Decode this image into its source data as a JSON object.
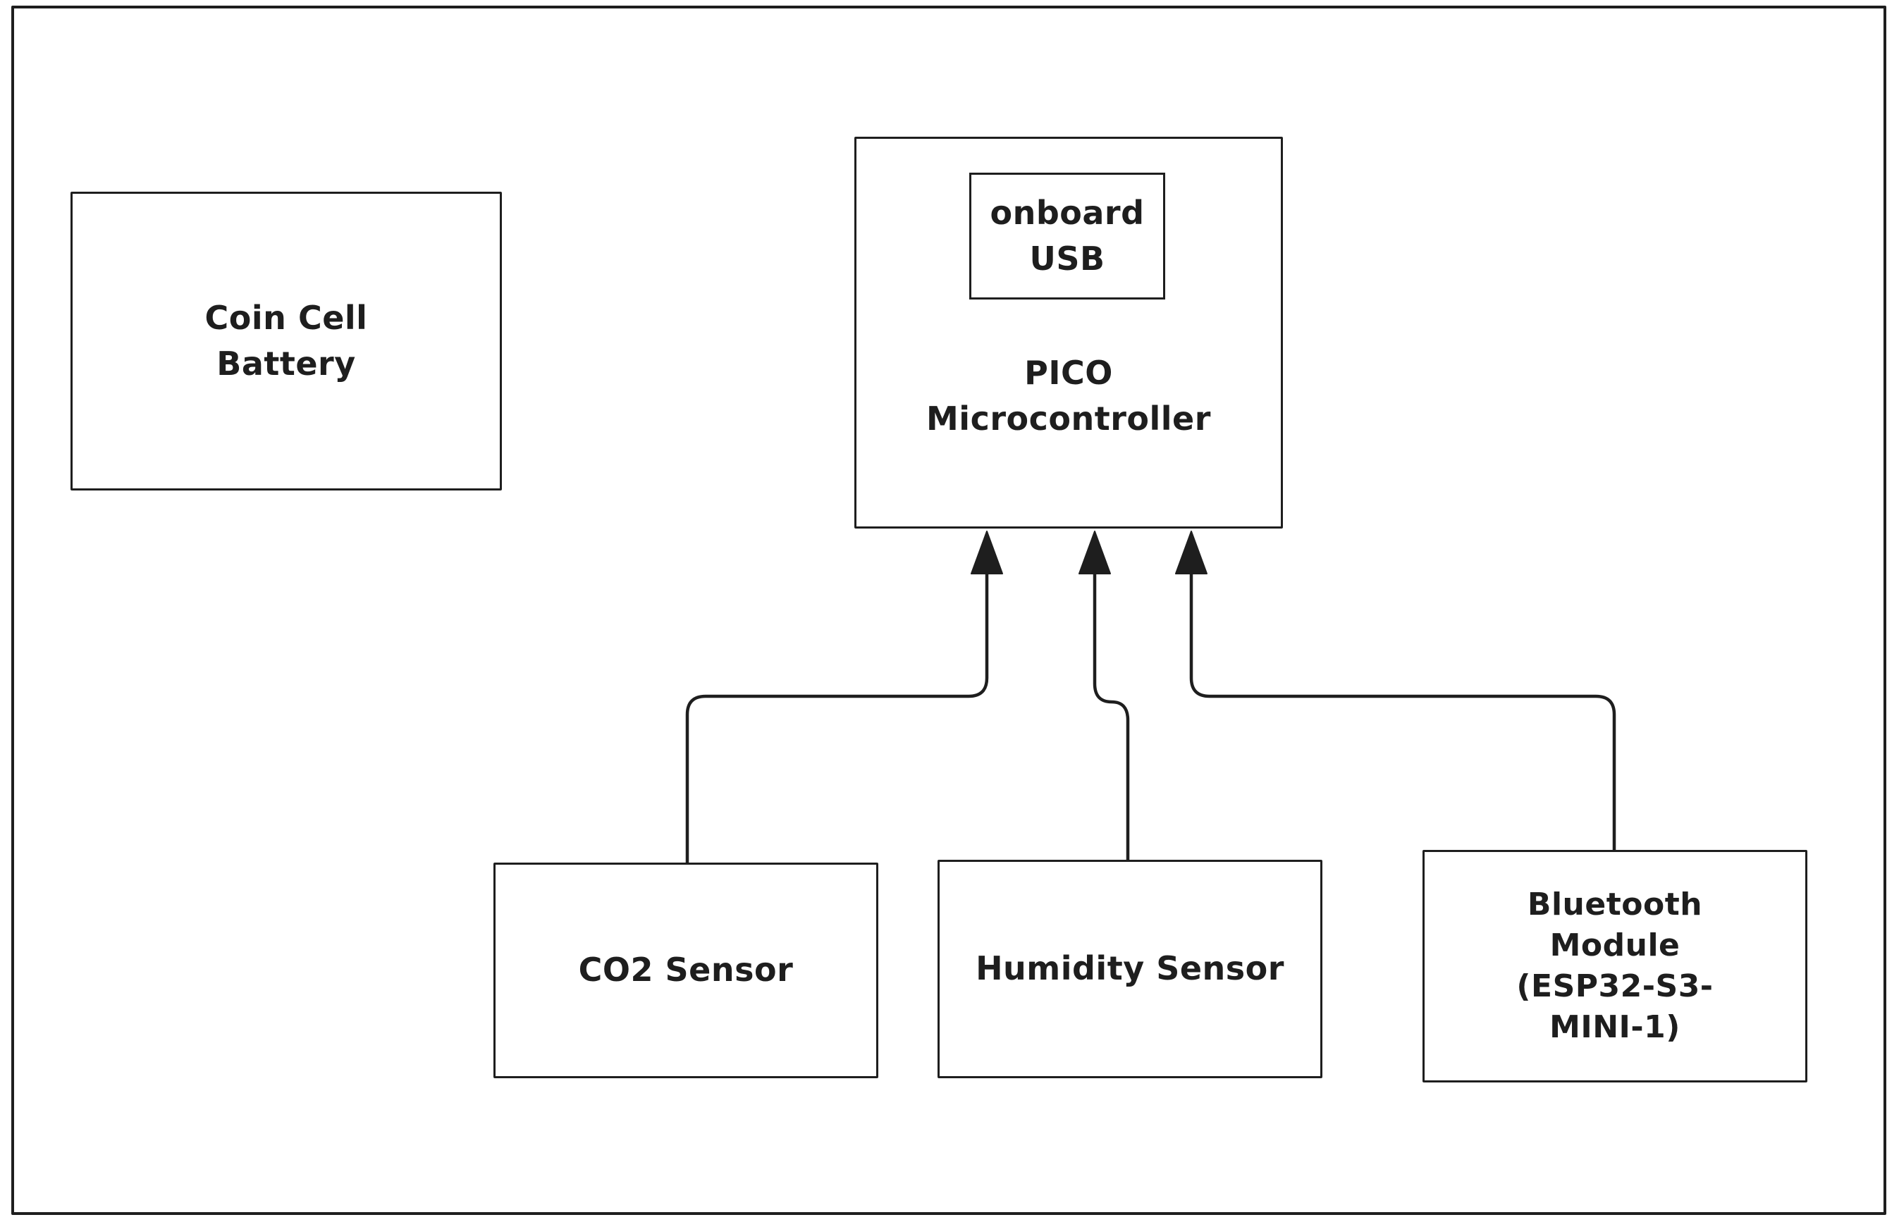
{
  "diagram": {
    "type": "block-diagram",
    "colors": {
      "stroke": "#1e1e1e",
      "background": "#ffffff"
    },
    "nodes": [
      {
        "id": "coin-cell-battery",
        "label": "Coin Cell\nBattery"
      },
      {
        "id": "pico-microcontroller",
        "label": "PICO\nMicrocontroller"
      },
      {
        "id": "onboard-usb",
        "label": "onboard\nUSB",
        "parent": "pico-microcontroller"
      },
      {
        "id": "co2-sensor",
        "label": "CO2 Sensor"
      },
      {
        "id": "humidity-sensor",
        "label": "Humidity Sensor"
      },
      {
        "id": "bluetooth-module",
        "label": "Bluetooth\nModule\n(ESP32-S3-\nMINI-1)"
      }
    ],
    "edges": [
      {
        "from": "co2-sensor",
        "to": "pico-microcontroller",
        "arrow": "triangle"
      },
      {
        "from": "humidity-sensor",
        "to": "pico-microcontroller",
        "arrow": "triangle"
      },
      {
        "from": "bluetooth-module",
        "to": "pico-microcontroller",
        "arrow": "triangle"
      }
    ]
  }
}
